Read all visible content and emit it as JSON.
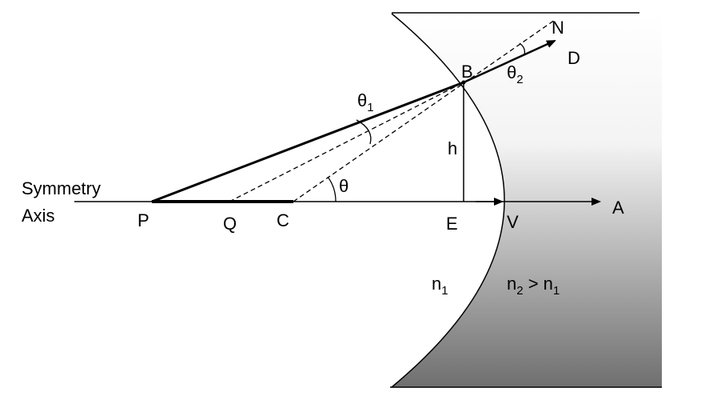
{
  "axis_label": {
    "line1": "Symmetry",
    "line2": "Axis"
  },
  "points": {
    "P": "P",
    "Q": "Q",
    "C": "C",
    "E": "E",
    "V": "V",
    "A": "A",
    "B": "B",
    "N": "N",
    "D": "D"
  },
  "height_label": "h",
  "angles": {
    "theta": "θ",
    "theta1": "θ",
    "theta1_sub": "1",
    "theta2": "θ",
    "theta2_sub": "2"
  },
  "media": {
    "n1": "n",
    "n1_sub": "1",
    "n2": "n",
    "n2_sub": "2",
    "relation": " > n",
    "relation_sub": "1"
  },
  "colors": {
    "glass_top": "#ffffff",
    "glass_bottom": "#6f6f6f",
    "stroke": "#000000"
  }
}
